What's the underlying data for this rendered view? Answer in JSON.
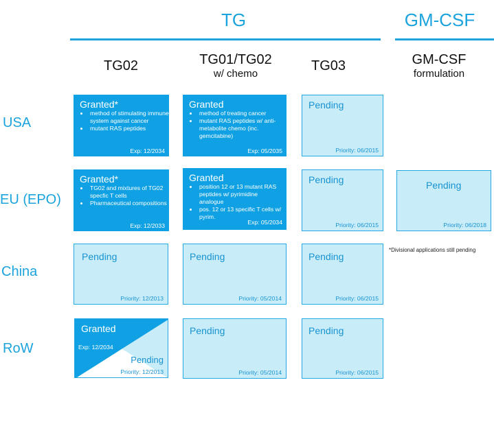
{
  "groups": {
    "tg": "TG",
    "gmcsf": "GM-CSF"
  },
  "columns": {
    "tg02": {
      "main": "TG02"
    },
    "tg01": {
      "main": "TG01/TG02",
      "sub": "w/ chemo"
    },
    "tg03": {
      "main": "TG03"
    },
    "gm": {
      "main": "GM-CSF",
      "sub": "formulation"
    }
  },
  "rows": {
    "usa": "USA",
    "eu": "EU (EPO)",
    "china": "China",
    "row": "RoW"
  },
  "cells": {
    "usa_tg02": {
      "status": "Granted*",
      "bullets": [
        "method of stimulating immune system against cancer",
        "mutant RAS peptides"
      ],
      "date": "Exp: 12/2034"
    },
    "usa_tg01": {
      "status": "Granted",
      "bullets": [
        "method of treating cancer",
        "mutant RAS peptides w/ anti-metabolite chemo (inc. gemcitabine)"
      ],
      "date": "Exp: 05/2035"
    },
    "usa_tg03": {
      "status": "Pending",
      "date": "Priority: 06/2015"
    },
    "eu_tg02": {
      "status": "Granted*",
      "bullets": [
        "TG02 and mixtures of TG02 specfic T cells",
        "Pharmaceutical compositions"
      ],
      "date": "Exp: 12/2033"
    },
    "eu_tg01": {
      "status": "Granted",
      "bullets": [
        "position 12 or 13 mutant RAS peptides w/ pyrimidine analogue",
        "pos. 12 or 13 specific T cells w/ pyrim."
      ],
      "date": "Exp: 05/2034"
    },
    "eu_tg03": {
      "status": "Pending",
      "date": "Priority: 06/2015"
    },
    "eu_gm": {
      "status": "Pending",
      "date": "Priority: 06/2018"
    },
    "china_tg02": {
      "status": "Pending",
      "date": "Priority: 12/2013"
    },
    "china_tg01": {
      "status": "Pending",
      "date": "Priority: 05/2014"
    },
    "china_tg03": {
      "status": "Pending",
      "date": "Priority: 06/2015"
    },
    "row_tg02": {
      "granted": "Granted",
      "exp": "Exp: 12/2034",
      "pending": "Pending",
      "date": "Priority: 12/2013"
    },
    "row_tg01": {
      "status": "Pending",
      "date": "Priority: 05/2014"
    },
    "row_tg03": {
      "status": "Pending",
      "date": "Priority: 06/2015"
    }
  },
  "footnote": "*Divisional applications still pending",
  "colors": {
    "accent": "#1aa3dd",
    "granted_fill": "#0fa1e3",
    "pending_fill": "#c9ecf9",
    "pending_border": "#25a7e2"
  }
}
